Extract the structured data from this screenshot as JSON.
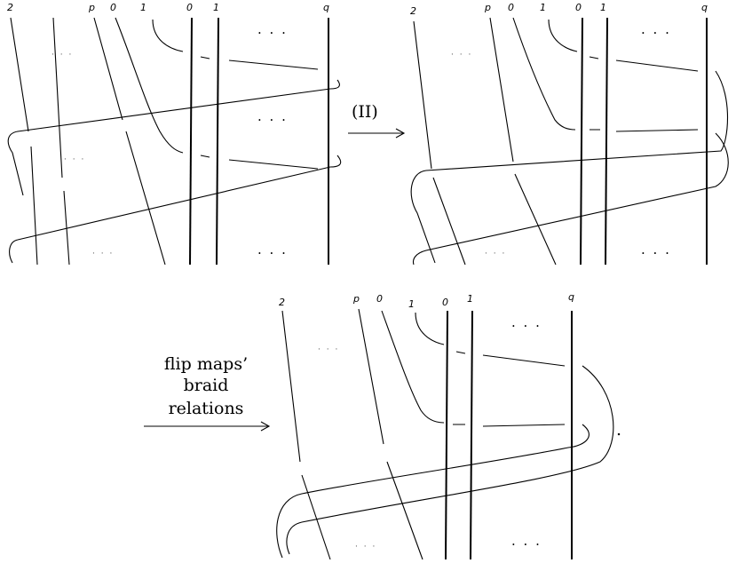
{
  "labels": {
    "two": "2",
    "p": "p",
    "zero": "0",
    "one": "1",
    "q": "q"
  },
  "ellipsis_large": "· · ·",
  "ellipsis_small": "· · ·",
  "arrow_caption_top": "(II)",
  "arrow_caption_bottom": [
    "flip maps’",
    "braid",
    "relations"
  ],
  "final_period": "."
}
